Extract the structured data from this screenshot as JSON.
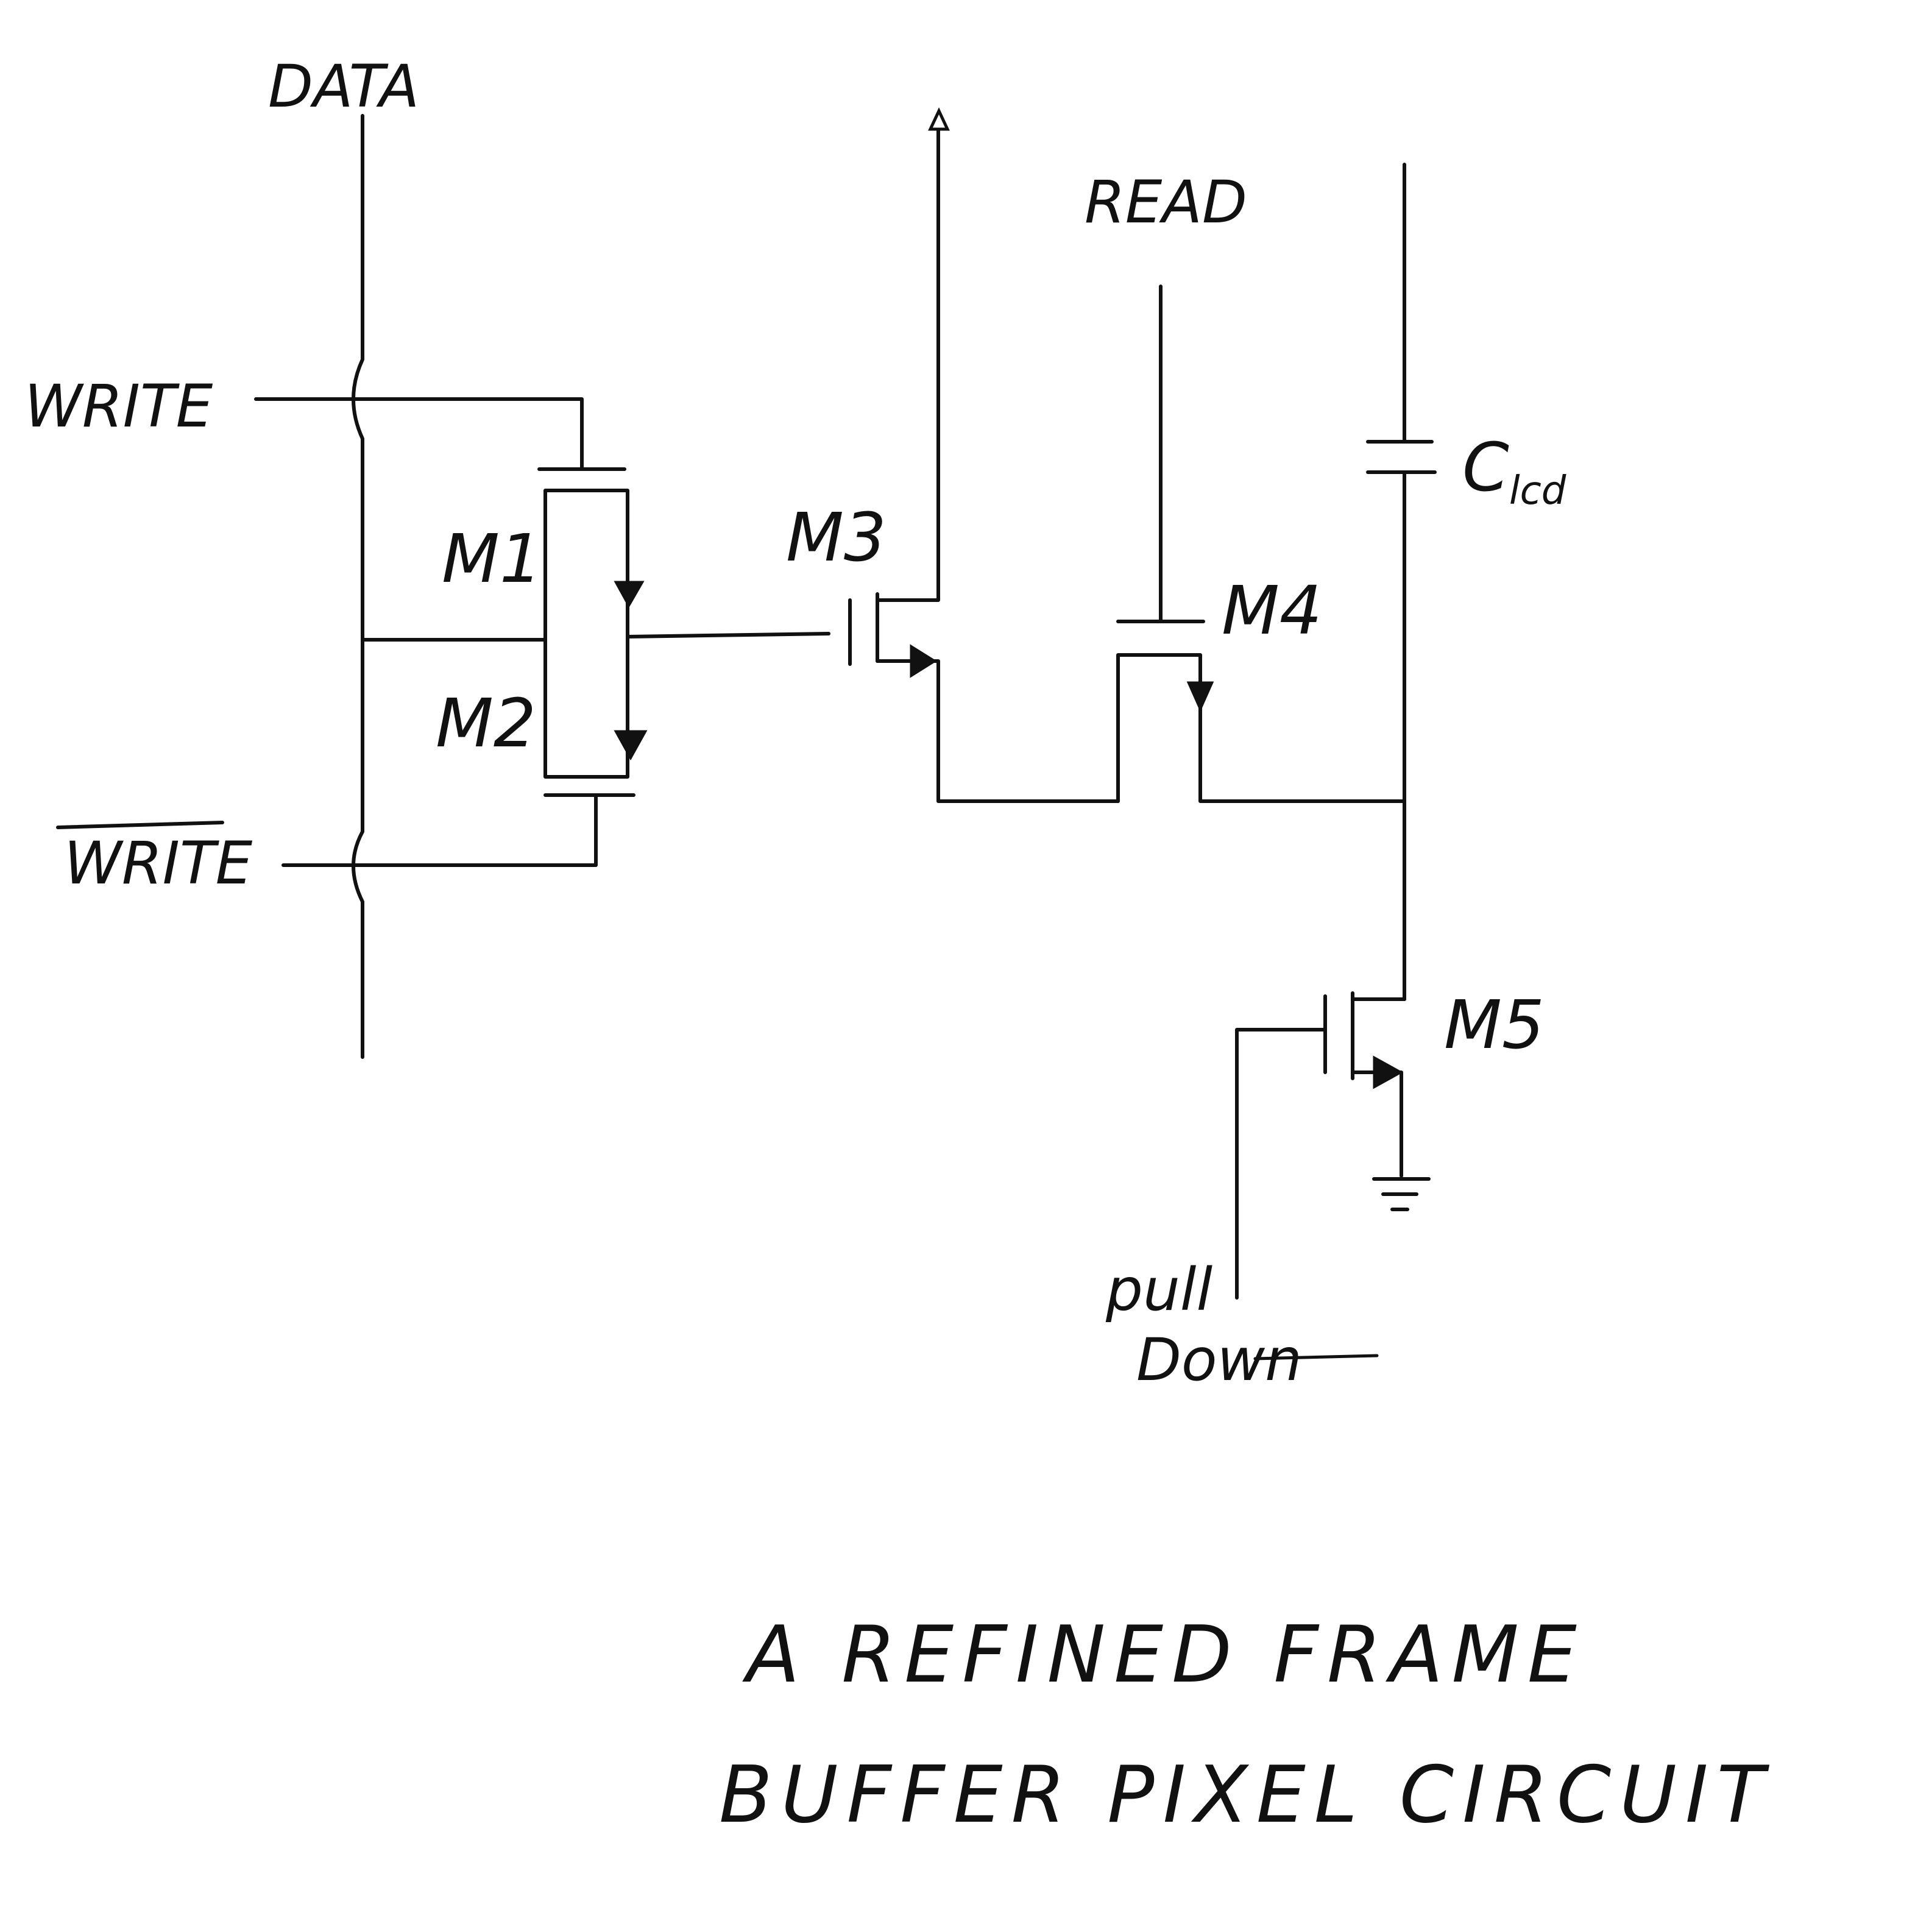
{
  "diagram": {
    "ink": "#111111",
    "background": "#ffffff",
    "signals": {
      "data": "DATA",
      "write": "WRITE",
      "write_bar": "WRITE",
      "read": "READ",
      "pull_down_line1": "pull",
      "pull_down_line2": "Down"
    },
    "transistors": {
      "m1": "M1",
      "m2": "M2",
      "m3": "M3",
      "m4": "M4",
      "m5": "M5"
    },
    "capacitor": {
      "label": "C",
      "subscript": "lcd"
    },
    "title": {
      "line1": "A REFINED FRAME",
      "line2": "BUFFER PIXEL CIRCUIT"
    }
  }
}
